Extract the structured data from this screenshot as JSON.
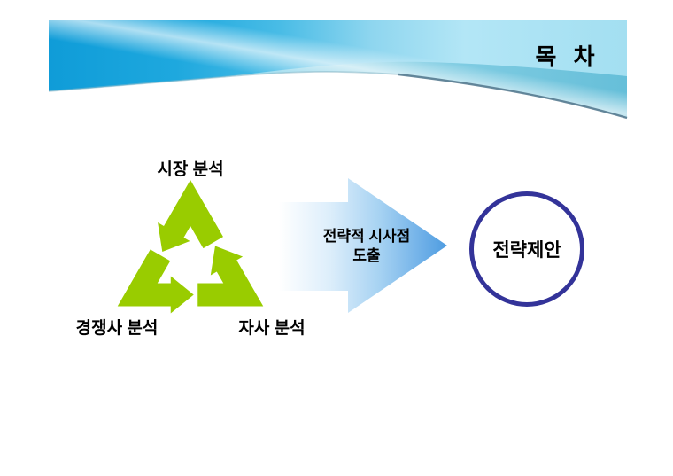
{
  "slide": {
    "title": "목 차"
  },
  "diagram": {
    "labels": {
      "top": "시장 분석",
      "bottom_left": "경쟁사 분석",
      "bottom_right": "자사 분석"
    },
    "arrow_line1": "전략적 시사점",
    "arrow_line2": "도출",
    "circle_label": "전략제안"
  },
  "colors": {
    "header_cyan": "#18A4DC",
    "header_pale_blue": "#AEE2F3",
    "header_swoosh": "#6EC6DF",
    "header_edge_line": "#4E7288",
    "triangle_green": "#99CC00",
    "arrow_tip_blue": "#4E9CE0",
    "circle_border": "#333399",
    "text_color": "#000000"
  }
}
